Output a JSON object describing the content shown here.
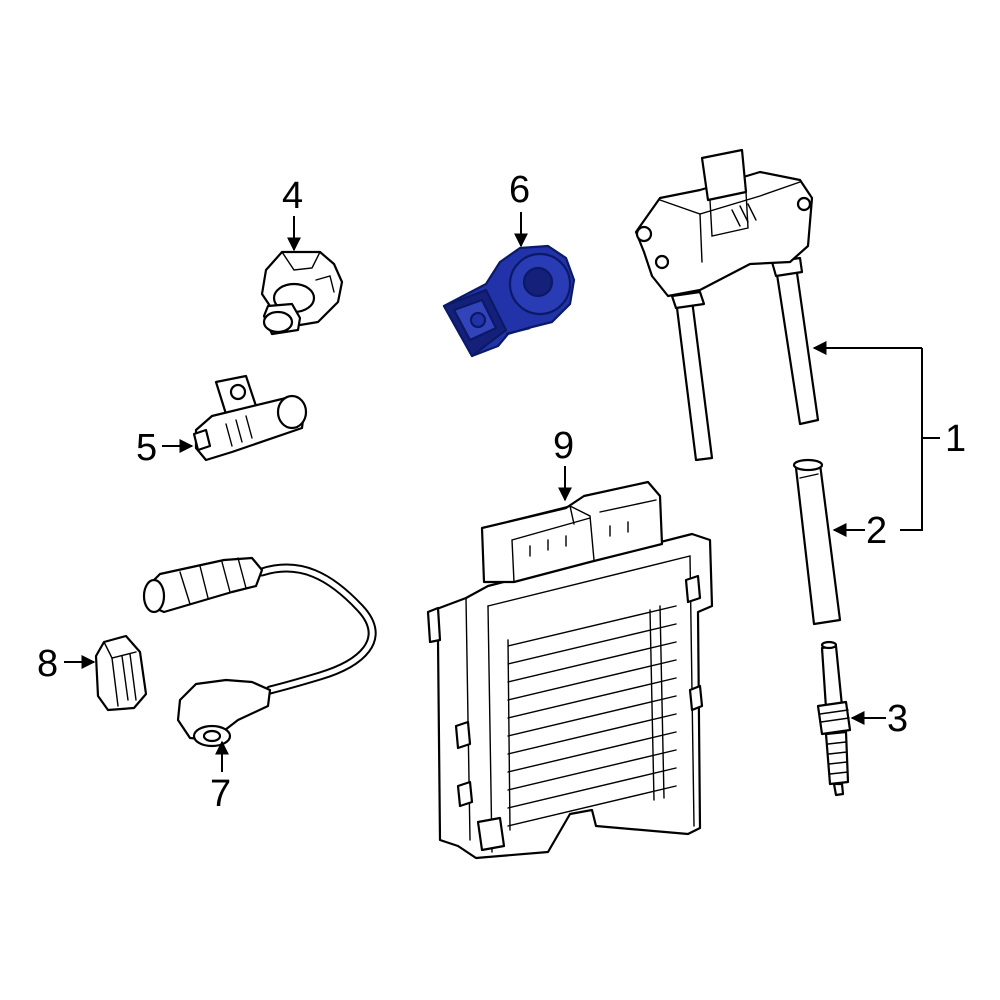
{
  "colors": {
    "highlight": "#2233aa",
    "highlight_dark": "#14207a",
    "line": "#000000",
    "background": "#ffffff"
  },
  "callouts": [
    {
      "id": "1",
      "label": "1"
    },
    {
      "id": "2",
      "label": "2"
    },
    {
      "id": "3",
      "label": "3"
    },
    {
      "id": "4",
      "label": "4"
    },
    {
      "id": "5",
      "label": "5"
    },
    {
      "id": "6",
      "label": "6"
    },
    {
      "id": "7",
      "label": "7"
    },
    {
      "id": "8",
      "label": "8"
    },
    {
      "id": "9",
      "label": "9"
    }
  ],
  "highlighted_callout": "6"
}
